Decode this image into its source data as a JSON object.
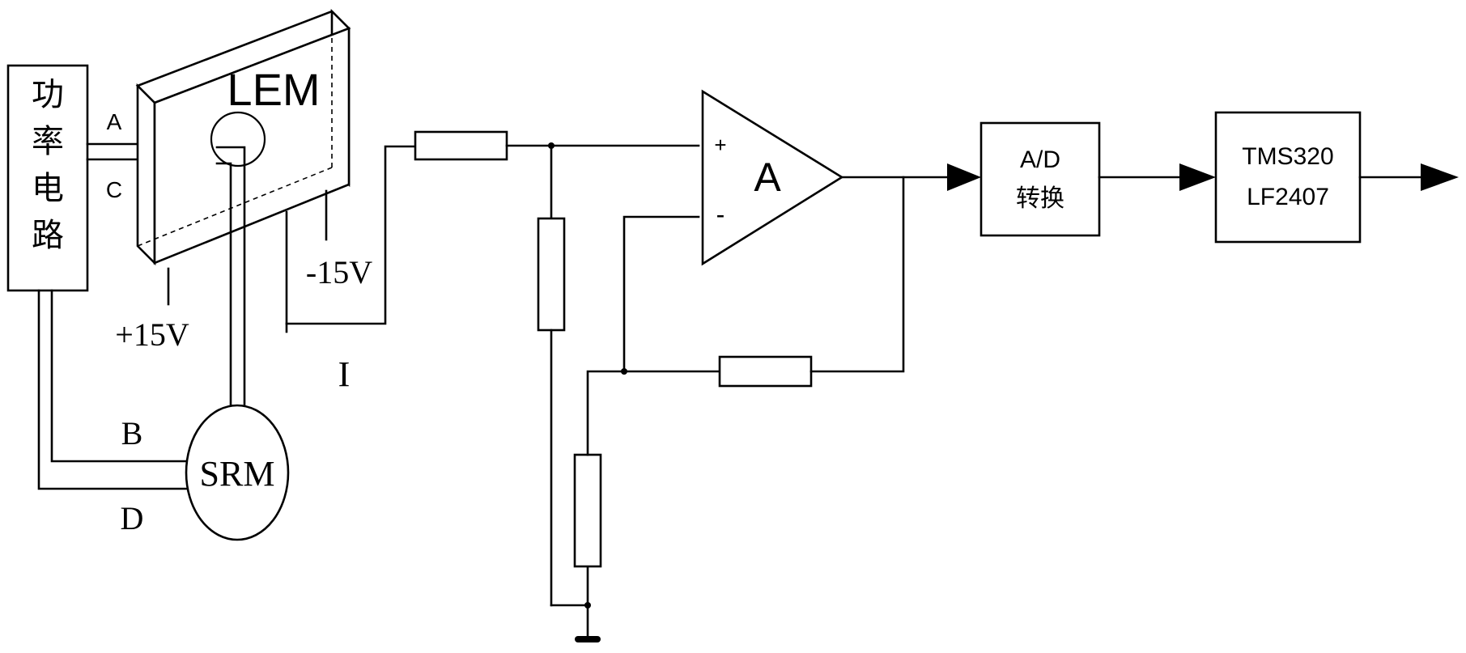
{
  "power_circuit": {
    "chars": [
      "功",
      "率",
      "电",
      "路"
    ]
  },
  "sensor": {
    "label": "LEM",
    "plus_supply": "+15V",
    "minus_supply": "-15V",
    "output_label": "I"
  },
  "phases": {
    "a": "A",
    "c": "C",
    "b": "B",
    "d": "D"
  },
  "motor": {
    "label": "SRM"
  },
  "amplifier": {
    "label": "A",
    "plus_input": "+",
    "minus_input": "-"
  },
  "adc": {
    "line1": "A/D",
    "line2": "转换"
  },
  "dsp": {
    "line1": "TMS320",
    "line2": "LF2407"
  }
}
